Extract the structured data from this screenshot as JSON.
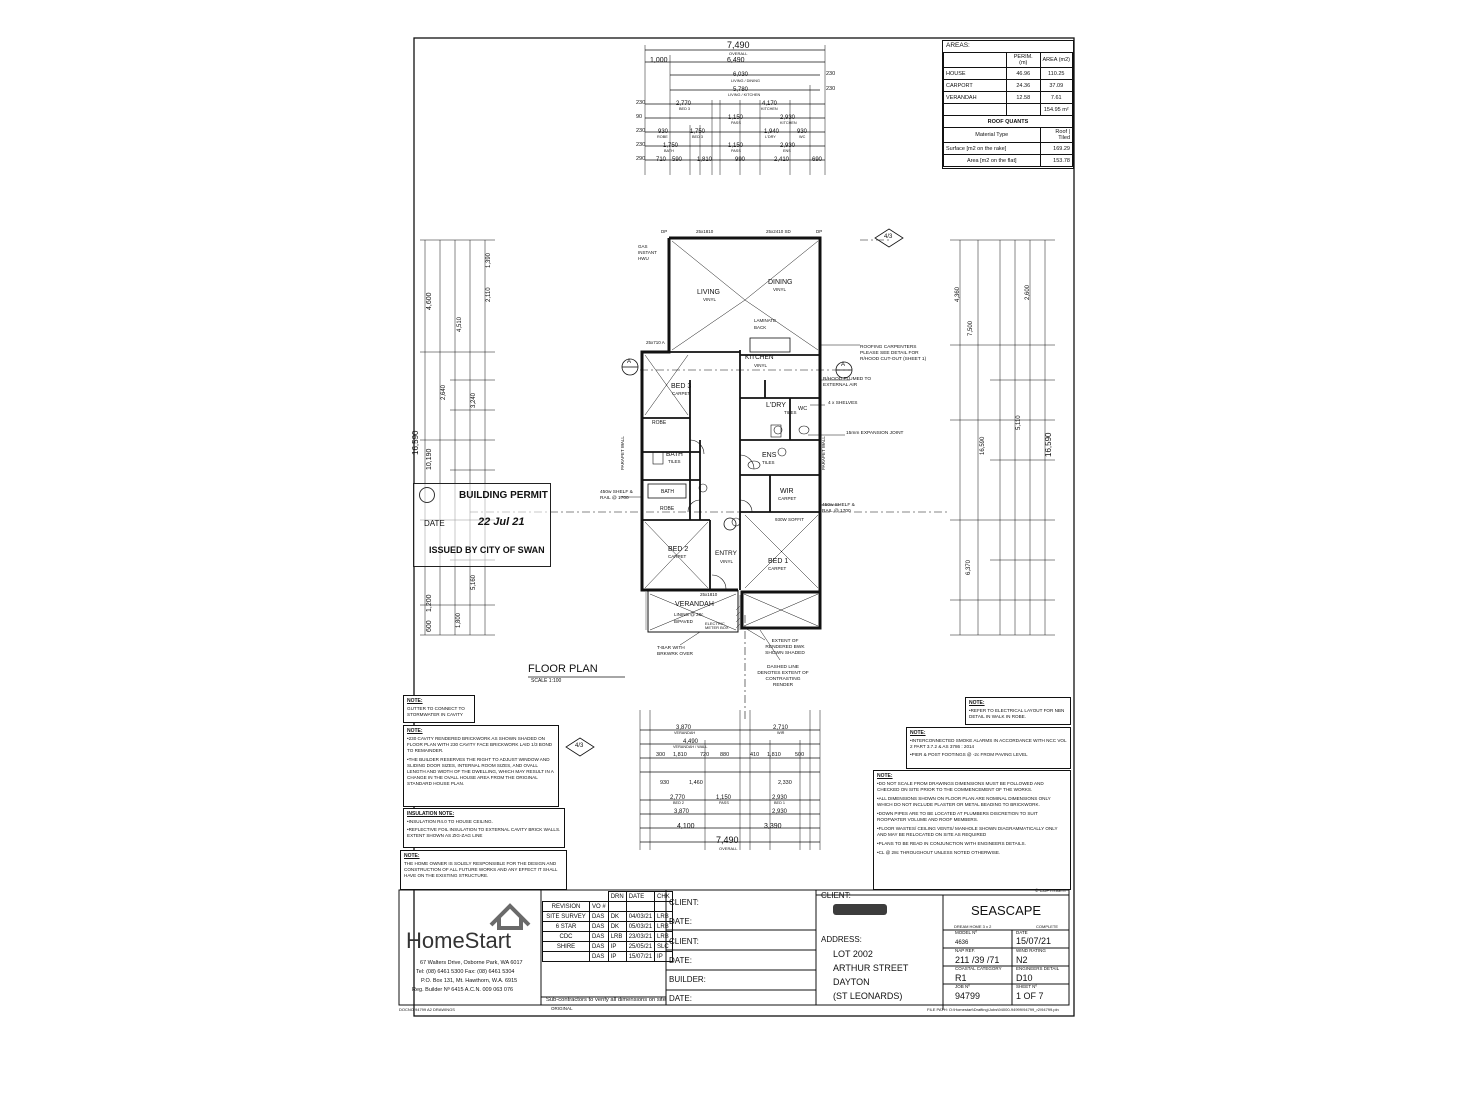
{
  "areas_table": {
    "title": "AREAS:",
    "headers": [
      "PERIM. (m)",
      "AREA (m2)"
    ],
    "rows": [
      {
        "name": "HOUSE",
        "perim": "46.96",
        "area": "110.25"
      },
      {
        "name": "CARPORT",
        "perim": "24.36",
        "area": "37.09"
      },
      {
        "name": "VERANDAH",
        "perim": "12.58",
        "area": "7.61"
      }
    ],
    "total": "154.95 m²",
    "roof_title": "ROOF QUANTS",
    "roof_rows": [
      {
        "label": "Material Type",
        "value": "Roof | Tiled"
      },
      {
        "label": "Surface [m2 on the rake]",
        "value": "169.29"
      },
      {
        "label": "Area [m2 on the flat]",
        "value": "153.78"
      }
    ]
  },
  "top_dims": {
    "overall_1": "7,490",
    "overall_1_lbl": "OVERALL",
    "d1": "1,000",
    "d2": "6,490",
    "r1": "6,030",
    "r1_lbl": "LIVING / DINING",
    "r2": "5,780",
    "r2_lbl": "LIVING / KITCHEN",
    "r3a": "2,770",
    "r3a_lbl": "BED 3",
    "r3b": "4,170",
    "r3b_lbl": "KITCHEN",
    "r4a": "1,150",
    "r4a_lbl": "PASS",
    "r4b": "2,930",
    "r4b_lbl": "KITCHEN",
    "r5a": "930",
    "r5b": "1,750",
    "r5c": "1,940",
    "r5d": "930",
    "r5_lbls": [
      "ROBE",
      "BED 3",
      "L'DRY",
      "WC"
    ],
    "r6a": "1,750",
    "r6a_lbl": "BATH",
    "r6b": "1,150",
    "r6b_lbl": "PASS",
    "r6c": "2,930",
    "r6c_lbl": "ENS",
    "r7": [
      "710",
      "590",
      "1,810",
      "990",
      "2,410",
      "690"
    ],
    "side_vals": [
      "230",
      "230",
      "230",
      "90",
      "230",
      "230",
      "290"
    ]
  },
  "rooms": {
    "living": "LIVING",
    "living_fin": "VINYL",
    "dining": "DINING",
    "dining_fin": "VINYL",
    "kitchen": "KITCHEN",
    "kitchen_fin": "VINYL",
    "laminate": "LAMINATE BACK",
    "bed3": "BED 3",
    "bed3_fin": "CARPET",
    "bed2": "BED 2",
    "bed2_fin": "CARPET",
    "bed1": "BED 1",
    "bed1_fin": "CARPET",
    "bath": "BATH",
    "bath_fin": "TILES",
    "ldry": "L'DRY",
    "ldry_fin": "TILES",
    "ens": "ENS",
    "ens_fin": "TILES",
    "wir": "WIR",
    "wir_fin": "CARPET",
    "entry": "ENTRY",
    "entry_fin": "VINYL",
    "verandah": "VERANDAH",
    "verandah_fin": "LINING @ 28c B/PAVED",
    "robe": "ROBE",
    "wc": "WC",
    "gas_hwu": "GAS INSTANT HWU",
    "parapet": "PARAPET WALL"
  },
  "plan_callouts": {
    "w1": "25x1810",
    "w2": "25x2410 SD",
    "w3": "DP",
    "w4": "DP",
    "w5": "25x710 A",
    "w6": "25x1810",
    "roofing": "ROOFING CARPENTERS PLEASE SEE DETAIL FOR R/HOOD CUT-OUT (SHEET 1)",
    "rhood": "R/HOOD FLUMED TO EXTERNAL AIR",
    "shelves4": "4 x SHELVES",
    "expansion": "15mm EXPANSION JOINT",
    "shelf_rail_left": "450w SHELF & RAIL @ 1700",
    "shelf_rail_right": "450w SHELF & RAIL @ 1700",
    "tbar": "T-BAR WITH BRKWRK OVER",
    "rendered": "EXTENT OF RENDERED BWK SHOWN SHADED",
    "dashed": "DASHED LINE DENOTES EXTENT OF CONTRASTING RENDER",
    "elec": "ELECTRIC METER BOX",
    "soffit": "930W SOFFIT"
  },
  "floor_plan": {
    "title": "FLOOR PLAN",
    "scale": "SCALE 1:100"
  },
  "stamp": {
    "title": "BUILDING PERMIT",
    "date_lbl": "DATE",
    "date": "22 Jul 21",
    "issuer": "ISSUED BY CITY OF SWAN"
  },
  "section_marks": {
    "a": "A",
    "num": "4/3",
    "num2": "4/3"
  },
  "left_dims": [
    "4,600",
    "16,590",
    "10,190",
    "1,200",
    "600",
    "4,510",
    "2,110",
    "1,390",
    "3,240",
    "2,640",
    "5,160",
    "1,800"
  ],
  "right_dims": [
    "4,360",
    "7,500",
    "16,590",
    "6,370",
    "16,590",
    "2,600",
    "5,110"
  ],
  "bottom_dims": {
    "row1": [
      "3,870",
      "2,710"
    ],
    "row1_lbls": [
      "VERANDAH",
      "WIR"
    ],
    "row2": "4,490",
    "row2_lbl": "VERANDAH / WALL",
    "row3": [
      "300",
      "1,810",
      "720",
      "880",
      "410",
      "1,810",
      "500"
    ],
    "row4": [
      "930",
      "1,460",
      "2,330"
    ],
    "row5": [
      "2,770",
      "1,150",
      "2,930"
    ],
    "row5_lbls": [
      "BED 2",
      "PASS",
      "BED 1"
    ],
    "row6": [
      "3,870",
      "2,930"
    ],
    "row7": [
      "4,100",
      "3,390"
    ],
    "overall": "7,490",
    "overall_lbl": "OVERALL"
  },
  "notes_left": [
    {
      "title": "NOTE:",
      "lines": [
        "GUTTER TO CONNECT TO STORMWATER IN CAVITY"
      ]
    },
    {
      "title": "NOTE:",
      "lines": [
        "230 CAVITY RENDERED BRICKWORK AS SHOWN SHADED ON FLOOR PLAN WITH 230 CAVITY FACE BRICKWORK LAID 1/3 BOND TO REMAINDER.",
        "THE BUILDER RESERVES THE RIGHT TO ADJUST WINDOW AND SLIDING DOOR SIZES, INTERNAL ROOM SIZES, AND OVALL LENGTH AND WIDTH OF THE DWELLING, WHICH MAY RESULT IN A CHANGE IN THE OVALL HOUSE AREA FROM THE ORIGINAL STANDARD HOUSE PLAN."
      ]
    },
    {
      "title": "INSULATION NOTE:",
      "lines": [
        "INSULATION R4.0 TO HOUSE CEILING.",
        "REFLECTIVE FOIL INSULATION TO EXTERNAL CAVITY BRICK WALLS. EXTENT SHOWN AS ZIG-ZAG LINE"
      ]
    },
    {
      "title": "NOTE:",
      "lines": [
        "THE HOME OWNER IS SOLELY RESPONSIBLE FOR THE DESIGN AND CONSTRUCTION OF ALL FUTURE WORKS AND ANY EFFECT IT SHALL HAVE ON THE EXISTING STRUCTURE."
      ]
    }
  ],
  "notes_right": [
    {
      "title": "NOTE:",
      "lines": [
        "REFER TO ELECTRICAL LAYOUT FOR NBN DETAIL IN WALK IN ROBE."
      ]
    },
    {
      "title": "NOTE:",
      "lines": [
        "INTERCONNECTED SMOKE ALARMS IN ACCORDANCE WITH NCC VOL 2 PART 3.7.2 & AS 3786 : 2014",
        "PIER & POST FOOTINGS @ -2c FROM PAVING LEVEL"
      ]
    },
    {
      "title": "NOTE:",
      "lines": [
        "DO NOT SCALE FROM DRAWINGS DIMENSIONS MUST BE FOLLOWED AND CHECKED ON SITE PRIOR TO THE COMMENCEMENT OF THE WORKS.",
        "ALL DIMENSIONS SHOWN ON FLOOR PLAN ARE NOMINAL DIMENSIONS ONLY WHICH DO NOT INCLUDE PLASTER OR METAL BEADING TO BRICKWORK.",
        "DOWN PIPES ARE TO BE LOCATED AT PLUMBERS DISCRETION TO SUIT ROOFWATER VOLUME AND ROOF MEMBERS.",
        "FLOOR WASTES/ CEILING VENTS/ MANHOLE SHOWN DIAGRAMMATICALLY ONLY AND MAY BE RELOCATED ON SITE AS REQUIRED",
        "PLANS TO BE READ IN CONJUNCTION WITH ENGINEERS DETAILS.",
        "CL @ 28c THROUGHOUT UNLESS NOTED OTHERWISE."
      ]
    }
  ],
  "company": {
    "name": "HomeStart",
    "address_lines": [
      "67 Walters Drive, Osborne Park, WA 6017",
      "Tel: (08) 6461 5300    Fax: (08) 6461 5304",
      "P.O. Box 131, Mt. Hawthorn, W.A. 6915",
      "Reg. Builder Nº 6415      A.C.N. 009 063 076"
    ],
    "footer": "DOCNO 94799 A2 DRAWINGS"
  },
  "revisions": {
    "headers": [
      "REVISION",
      "VO #",
      "DRN",
      "DATE",
      "CHK"
    ],
    "rows": [
      [
        "SITE SURVEY",
        "DAS",
        "DK",
        "04/03/21",
        "LRB"
      ],
      [
        "6 STAR",
        "DAS",
        "DK",
        "05/03/21",
        "LRB"
      ],
      [
        "CDC",
        "DAS",
        "LRB",
        "23/03/21",
        "LRB"
      ],
      [
        "SHIRE",
        "DAS",
        "IP",
        "25/05/21",
        "SLC"
      ],
      [
        "",
        "DAS",
        "IP",
        "15/07/21",
        "IP"
      ]
    ],
    "subcontractors": "Sub-contractors to verify all dimensions on site",
    "original": "ORIGINAL"
  },
  "signoff": {
    "client": "CLIENT:",
    "date": "DATE:",
    "builder": "BUILDER:"
  },
  "title_block": {
    "client_lbl": "CLIENT:",
    "address_lbl": "ADDRESS:",
    "address_lines": [
      "LOT 2002",
      "ARTHUR STREET",
      "DAYTON",
      "(ST LEONARDS)"
    ],
    "copyright": "© COPYRIGHT",
    "design": "SEASCAPE",
    "design_sub": "DREAM HOME 3 x 2",
    "complete": "COMPLETE",
    "model_lbl": "MODEL Nº",
    "model": "4636",
    "date_lbl": "DATE",
    "date": "15/07/21",
    "nap_lbl": "NAP REF.",
    "nap": "211 /39 /71",
    "wind_lbl": "WIND RATING",
    "wind": "N2",
    "coastal_lbl": "COASTAL CATEGORY",
    "coastal": "R1",
    "eng_lbl": "ENGINEERS DETAIL",
    "eng": "D10",
    "job_lbl": "JOB Nº",
    "job": "94799",
    "sheet_lbl": "SHEET Nº",
    "sheet": "1 OF 7",
    "filepath": "FILE PATH: O:\\Homestart\\Drafting\\Jobs\\94000-94999\\94799_r2\\94799.pln"
  }
}
